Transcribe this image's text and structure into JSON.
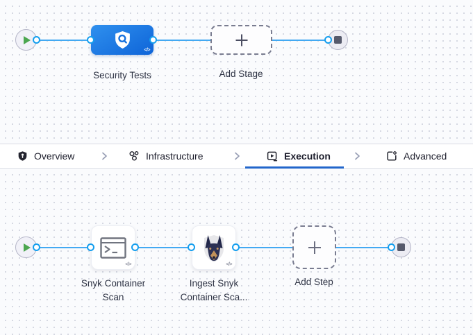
{
  "stage_canvas": {
    "stage": {
      "name": "Security Tests",
      "icon": "shield-search-icon"
    },
    "add_stage_label": "Add Stage",
    "start_icon": "play-icon",
    "end_icon": "stop-icon"
  },
  "tab_bar": {
    "active_tab": "Execution",
    "separator_icon": "chevron-right-icon",
    "tabs": [
      {
        "label": "Overview",
        "icon": "shield-icon"
      },
      {
        "label": "Infrastructure",
        "icon": "cluster-icon"
      },
      {
        "label": "Execution",
        "icon": "play-board-icon"
      },
      {
        "label": "Advanced",
        "icon": "file-gear-icon"
      }
    ]
  },
  "execution_canvas": {
    "steps": [
      {
        "name": "Snyk Container Scan",
        "icon": "terminal-icon"
      },
      {
        "name": "Ingest Snyk Container Sca...",
        "icon": "snyk-doberman-icon"
      }
    ],
    "add_step_label": "Add Step",
    "template_badge": "</>"
  },
  "colors": {
    "edge_blue": "#43a9f2",
    "port_blue": "#149eee",
    "stage_gradient_start": "#2f90ee",
    "stage_gradient_end": "#0e64d8",
    "play_green": "#4ba64f",
    "active_tab_underline": "#2266cb",
    "canvas_background": "#fafbfd",
    "label_text": "#2e3344"
  }
}
